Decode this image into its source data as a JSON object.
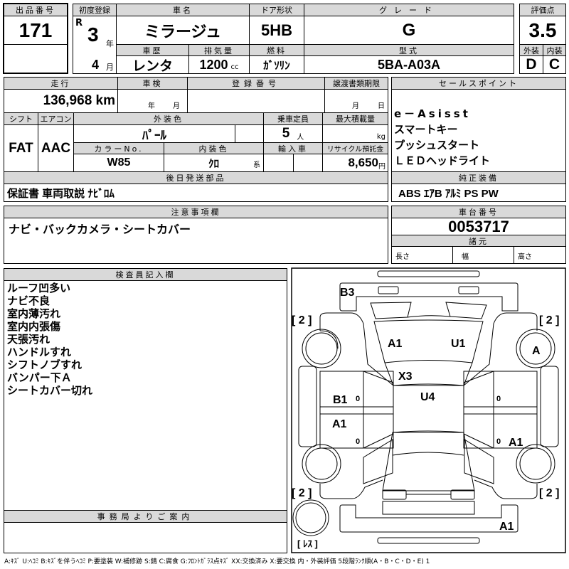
{
  "lot": {
    "label": "出品番号",
    "value": "171"
  },
  "car": {
    "first_reg_label": "初度登録",
    "era": "R",
    "year": "3",
    "year_unit": "年",
    "month": "4",
    "month_unit": "月",
    "name_label": "車名",
    "name": "ミラージュ",
    "door_label": "ドア形状",
    "door": "5HB",
    "grade_label": "グレード",
    "grade": "G",
    "history_label": "車歴",
    "history": "レンタ",
    "displacement_label": "排気量",
    "displacement": "1200",
    "displacement_unit": "cc",
    "fuel_label": "燃料",
    "fuel": "ｶﾞｿﾘﾝ",
    "model_label": "型式",
    "model": "5BA-A03A"
  },
  "score": {
    "label": "評価点",
    "value": "3.5",
    "exterior_label": "外装",
    "interior_label": "内装",
    "exterior": "D",
    "interior": "C"
  },
  "details": {
    "mileage_label": "走行",
    "mileage": "136,968 km",
    "inspection_label": "車検",
    "inspection_year_unit": "年",
    "inspection_month_unit": "月",
    "reg_no_label": "登録番号",
    "transfer_label": "譲渡書類期限",
    "transfer_month_unit": "月",
    "transfer_day_unit": "日",
    "shift_label": "シフト",
    "shift": "FAT",
    "ac_label": "エアコン",
    "ac": "AAC",
    "ext_color_label": "外装色",
    "ext_color": "ﾊﾟｰﾙ",
    "capacity_label": "乗車定員",
    "capacity": "5",
    "capacity_unit": "人",
    "max_load_label": "最大積載量",
    "max_load_unit": "kg",
    "color_no_label": "カラーNo.",
    "color_no": "W85",
    "int_color_label": "内装色",
    "int_color": "ｸﾛ",
    "int_color_suffix": "系",
    "import_label": "輸入車",
    "recycle_label": "リサイクル預託金",
    "recycle": "8,650",
    "recycle_unit": "円",
    "later_parts_label": "後日発送部品",
    "later_parts": "保証書 車両取説 ﾅﾋﾞﾛﾑ"
  },
  "sales_points": {
    "label": "セールスポイント",
    "items": [
      "e－Asisst",
      "スマートキー",
      "プッシュスタート",
      "ＬＥＤヘッドライト"
    ]
  },
  "equipment": {
    "label": "純正装備",
    "value": "ABS ｴｱB ｱﾙﾐ PS PW"
  },
  "notes": {
    "label": "注意事項欄",
    "value": "ナビ・バックカメラ・シートカバー"
  },
  "chassis": {
    "label": "車台番号",
    "value": "0053717",
    "spec_label": "諸元",
    "length_label": "長さ",
    "width_label": "幅",
    "height_label": "高さ"
  },
  "inspector": {
    "label": "検査員記入欄",
    "items": [
      "ルーフ凹多い",
      "ナビ不良",
      "室内薄汚れ",
      "室内内張傷",
      "天張汚れ",
      "ハンドルすれ",
      "シフトノブすれ",
      "バンパー下Ａ",
      "シートカバー切れ"
    ]
  },
  "office": {
    "label": "事務局よりご案内"
  },
  "diagram": {
    "marks": {
      "b3": "B3",
      "roof_a1": "A1",
      "roof_u1": "U1",
      "wheel_a": "A",
      "x3": "X3",
      "u4": "U4",
      "b1": "B1",
      "left_a1": "A1",
      "right_a1": "A1",
      "front_a1": "A1"
    },
    "tires": {
      "front_left": "[ 2 ]",
      "front_right": "[ 2 ]",
      "rear_left": "[ 2 ]",
      "rear_right": "[ 2 ]",
      "spare": "[ ﾚｽ ]"
    },
    "zero": "0"
  },
  "legend": "A:ｷｽﾞ U:ﾍｺﾐ B:ｷｽﾞを伴うﾍｺﾐ P:要塗装 W:補修跡 S:錆 C:腐食 G:ﾌﾛﾝﾄｶﾞﾗｽ点ｷｽﾞ XX:交換済み X:要交換 内・外装評価 5段階ﾗﾝｸ順(A・B・C・D・E) 1"
}
